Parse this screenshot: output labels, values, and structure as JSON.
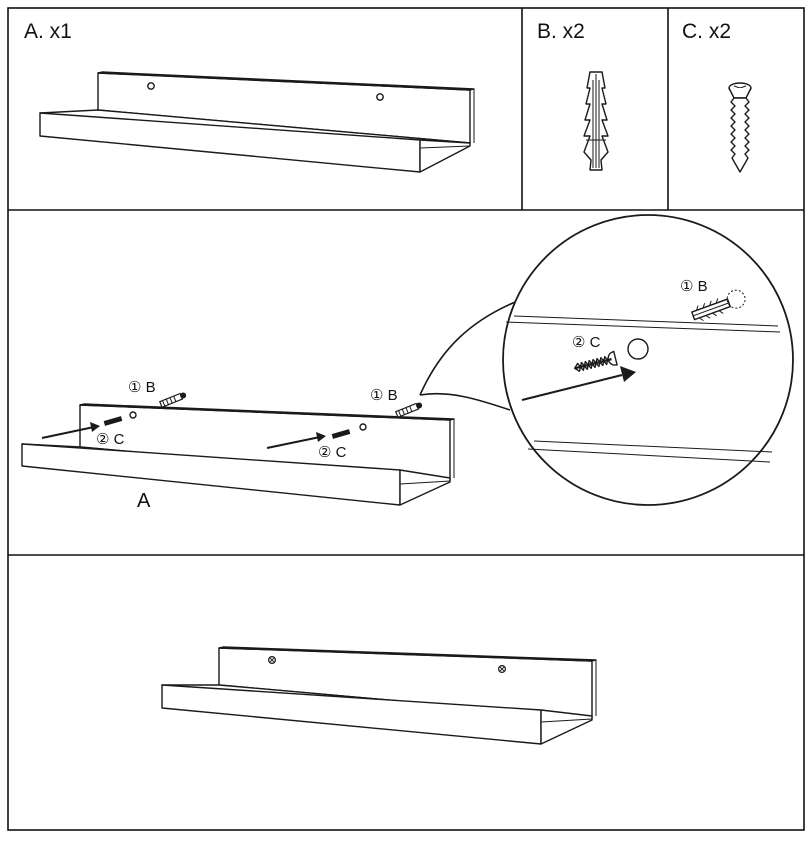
{
  "parts": [
    {
      "id": "A",
      "label": "A. x1",
      "name": "shelf"
    },
    {
      "id": "B",
      "label": "B. x2",
      "name": "wall-anchor"
    },
    {
      "id": "C",
      "label": "C. x2",
      "name": "screw"
    }
  ],
  "step_labels": {
    "anchor": "① B",
    "screw": "② C",
    "shelf": "A"
  },
  "colors": {
    "line": "#1a1a1a",
    "background": "#ffffff"
  }
}
